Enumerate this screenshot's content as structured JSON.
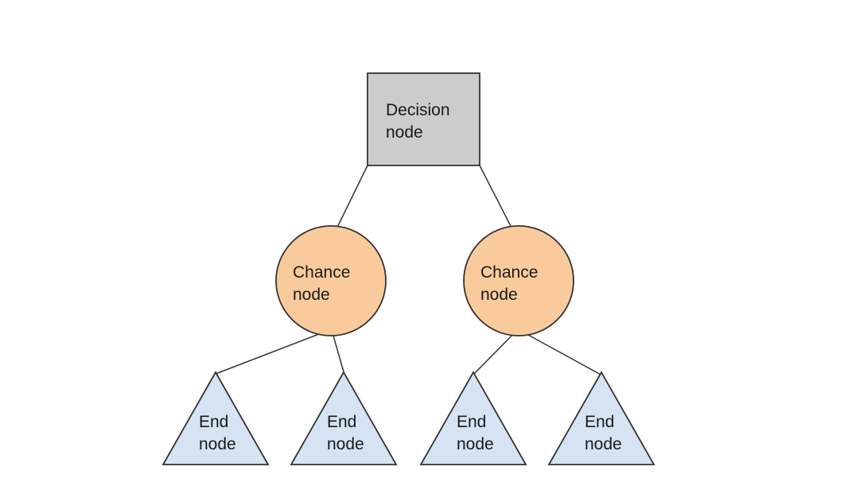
{
  "diagram": {
    "type": "decision-tree",
    "background": "#ffffff",
    "colors": {
      "decision_fill": "#cccccc",
      "chance_fill": "#f9cb9c",
      "end_fill": "#d5e3f2",
      "outline": "#333333",
      "text": "#1a1a1a"
    },
    "nodes": {
      "decision": {
        "shape": "square",
        "line1": "Decision",
        "line2": "node"
      },
      "chance": [
        {
          "shape": "circle",
          "line1": "Chance",
          "line2": "node"
        },
        {
          "shape": "circle",
          "line1": "Chance",
          "line2": "node"
        }
      ],
      "end": [
        {
          "shape": "triangle",
          "line1": "End",
          "line2": "node"
        },
        {
          "shape": "triangle",
          "line1": "End",
          "line2": "node"
        },
        {
          "shape": "triangle",
          "line1": "End",
          "line2": "node"
        },
        {
          "shape": "triangle",
          "line1": "End",
          "line2": "node"
        }
      ]
    },
    "edges": [
      {
        "from": "decision",
        "to": "chance-1"
      },
      {
        "from": "decision",
        "to": "chance-2"
      },
      {
        "from": "chance-1",
        "to": "end-1"
      },
      {
        "from": "chance-1",
        "to": "end-2"
      },
      {
        "from": "chance-2",
        "to": "end-3"
      },
      {
        "from": "chance-2",
        "to": "end-4"
      }
    ]
  }
}
